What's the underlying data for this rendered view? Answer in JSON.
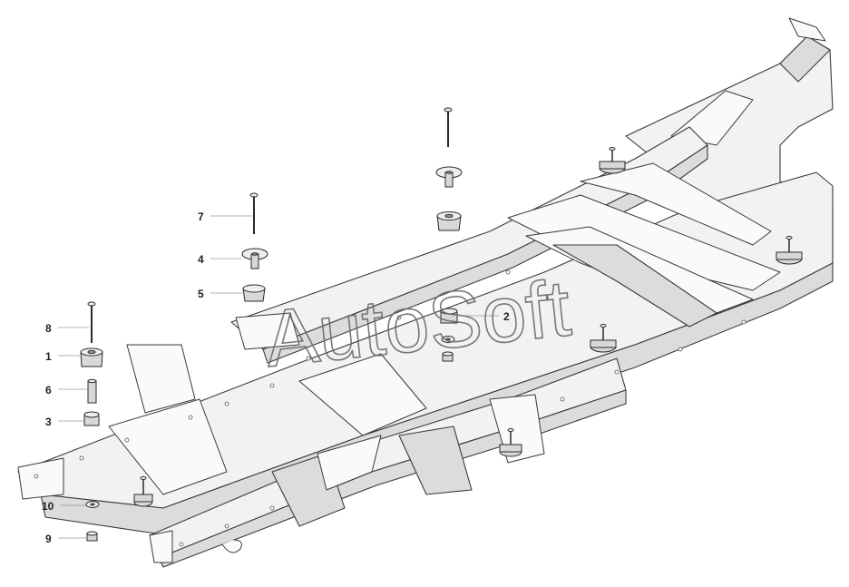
{
  "watermark": "AutoSoft",
  "callouts": [
    "8",
    "1",
    "6",
    "3",
    "10",
    "9",
    "7",
    "4",
    "5",
    "2"
  ]
}
